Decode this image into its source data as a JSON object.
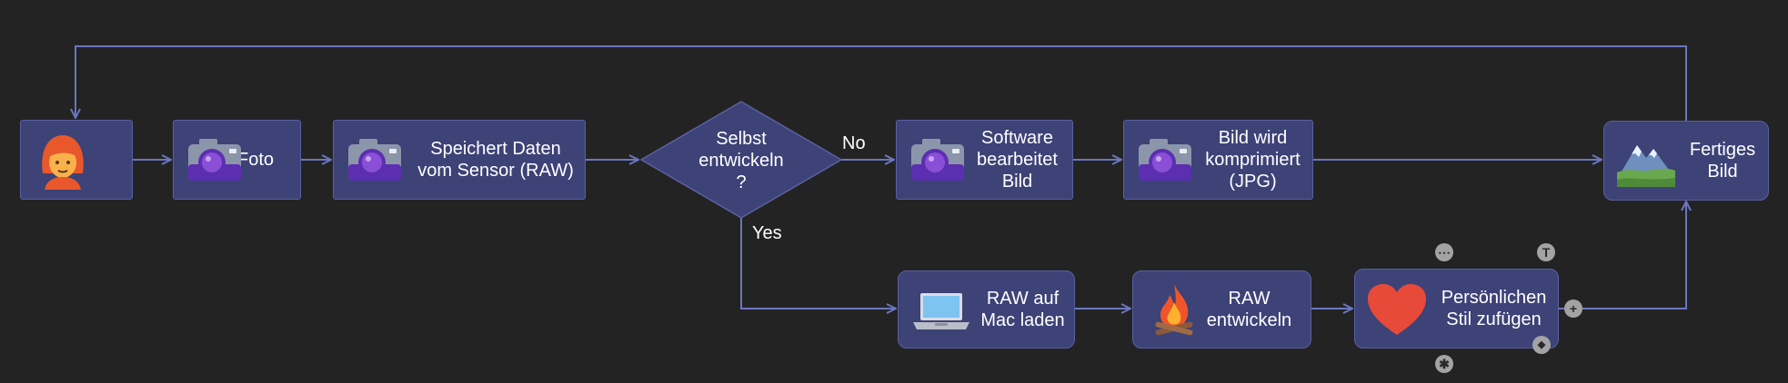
{
  "nodes": {
    "person": {
      "label": ""
    },
    "foto": {
      "label": "Foto"
    },
    "speichert": {
      "label": "Speichert Daten\nvom Sensor (RAW)"
    },
    "decision": {
      "label": "Selbst\nentwickeln\n?"
    },
    "software": {
      "label": "Software\nbearbeitet\nBild"
    },
    "komprimiert": {
      "label": "Bild wird\nkomprimiert\n(JPG)"
    },
    "fertig": {
      "label": "Fertiges\nBild"
    },
    "raw_mac": {
      "label": "RAW auf\nMac laden"
    },
    "raw_entwickeln": {
      "label": "RAW\nentwickeln"
    },
    "stil": {
      "label": "Persönlichen\nStil zufügen"
    }
  },
  "edges": {
    "no_label": "No",
    "yes_label": "Yes"
  },
  "icons": {
    "person": "person-avatar-icon",
    "camera": "camera-icon",
    "landscape": "mountain-landscape-icon",
    "laptop": "laptop-icon",
    "campfire": "campfire-icon",
    "heart": "heart-icon"
  },
  "handles": {
    "more": "⋯",
    "text": "T",
    "add": "+",
    "resize": "◆",
    "star": "✱"
  },
  "colors": {
    "background": "#232323",
    "node_fill": "#3d4277",
    "node_border": "#5a60a0",
    "edge": "#6b76c0",
    "text": "#ffffff",
    "camera_body": "#8c96aa",
    "camera_lens": "#8a4fd6",
    "heart": "#e84a3a"
  }
}
